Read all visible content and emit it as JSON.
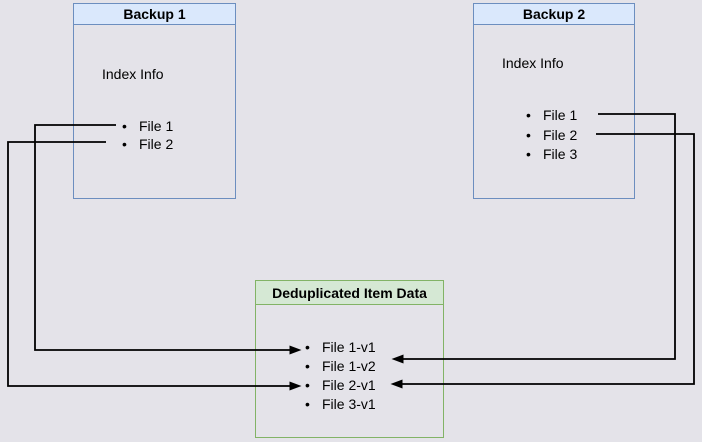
{
  "canvas": {
    "background": "#e4e3e9",
    "connector_color": "#000000"
  },
  "boxes": {
    "backup1": {
      "title": "Backup 1",
      "subtitle": "Index Info",
      "items": [
        "File 1",
        "File 2"
      ],
      "border_color": "#6c8ebf",
      "header_fill": "#dae8fc"
    },
    "backup2": {
      "title": "Backup 2",
      "subtitle": "Index Info",
      "items": [
        "File 1",
        "File 2",
        "File 3"
      ],
      "border_color": "#6c8ebf",
      "header_fill": "#dae8fc"
    },
    "dedup": {
      "title": "Deduplicated Item Data",
      "items": [
        "File 1-v1",
        "File 1-v2",
        "File 2-v1",
        "File 3-v1"
      ],
      "border_color": "#82b366",
      "header_fill": "#d5e8d4"
    }
  },
  "connections": [
    {
      "from": "Backup 1 / File 1",
      "to": "File 1-v1"
    },
    {
      "from": "Backup 1 / File 2",
      "to": "File 2-v1"
    },
    {
      "from": "Backup 2 / File 1",
      "to": "File 1-v2"
    },
    {
      "from": "Backup 2 / File 2",
      "to": "File 2-v1"
    }
  ],
  "bullet_glyph": "•"
}
